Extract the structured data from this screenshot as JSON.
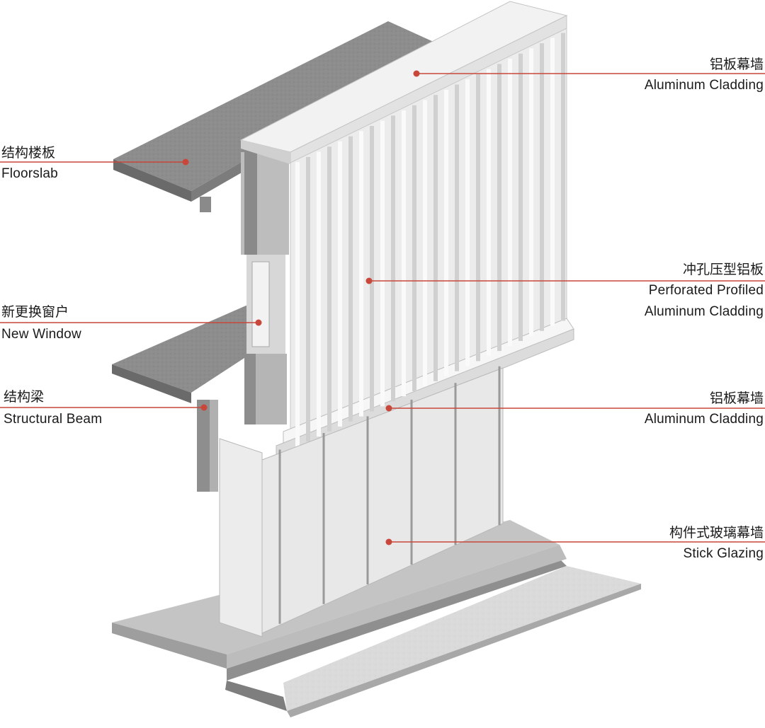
{
  "accent_color": "#c8473a",
  "callouts": {
    "aluminum_top": {
      "zh": "铝板幕墙",
      "en": "Aluminum Cladding"
    },
    "floorslab": {
      "zh": "结构楼板",
      "en": "Floorslab"
    },
    "perforated": {
      "zh": "冲孔压型铝板",
      "en_line1": "Perforated Profiled",
      "en_line2": "Aluminum Cladding"
    },
    "new_window": {
      "zh": "新更换窗户",
      "en": "New Window"
    },
    "beam": {
      "zh": "结构梁",
      "en": "Structural Beam"
    },
    "aluminum_mid": {
      "zh": "铝板幕墙",
      "en": "Aluminum Cladding"
    },
    "stick_glazing": {
      "zh": "构件式玻璃幕墙",
      "en": "Stick Glazing"
    }
  }
}
